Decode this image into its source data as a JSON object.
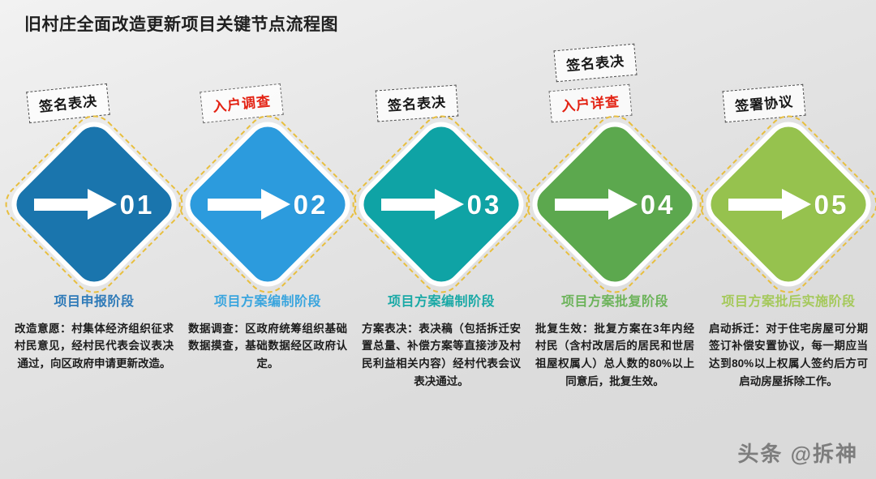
{
  "title": "旧村庄全面改造更新项目关键节点流程图",
  "watermark": "头条 @拆神",
  "theme": {
    "background": "#dedede",
    "dashed_outline": "#e8bf3f",
    "tag_red": "#e32213",
    "tag_black": "#171717"
  },
  "steps": [
    {
      "number": "01",
      "color": "#1a75ad",
      "heading": "项目申报阶段",
      "heading_color": "#2e7ab8",
      "tags": [
        {
          "text": "签名表决",
          "color": "black"
        }
      ],
      "body": "改造意愿：村集体经济组织征求村民意见，经村民代表会议表决通过，向区政府申请更新改造。"
    },
    {
      "number": "02",
      "color": "#2c9bdd",
      "heading": "项目方案编制阶段",
      "heading_color": "#3aa5de",
      "tags": [
        {
          "text": "入户调查",
          "color": "red"
        }
      ],
      "body": "数据调查：区政府统筹组织基础数据摸查，基础数据经区政府认定。"
    },
    {
      "number": "03",
      "color": "#0fa3a5",
      "heading": "项目方案编制阶段",
      "heading_color": "#1aa9a6",
      "tags": [
        {
          "text": "签名表决",
          "color": "black"
        }
      ],
      "body": "方案表决：表决稿（包括拆迁安置总量、补偿方案等直接涉及村民利益相关内容）经村代表会议表决通过。"
    },
    {
      "number": "04",
      "color": "#5ca84e",
      "heading": "项目方案批复阶段",
      "heading_color": "#6cb35a",
      "tags": [
        {
          "text": "签名表决",
          "color": "black"
        },
        {
          "text": "入户详查",
          "color": "red"
        }
      ],
      "body": "批复生效：批复方案在3年内经村民（含村改居后的居民和世居祖屋权属人）总人数的80%以上同意后，批复生效。"
    },
    {
      "number": "05",
      "color": "#96c24e",
      "heading": "项目方案批后实施阶段",
      "heading_color": "#a5c95b",
      "tags": [
        {
          "text": "签署协议",
          "color": "black"
        }
      ],
      "body": "启动拆迁：对于住宅房屋可分期签订补偿安置协议，每一期应当达到80%以上权属人签约后方可启动房屋拆除工作。"
    }
  ]
}
